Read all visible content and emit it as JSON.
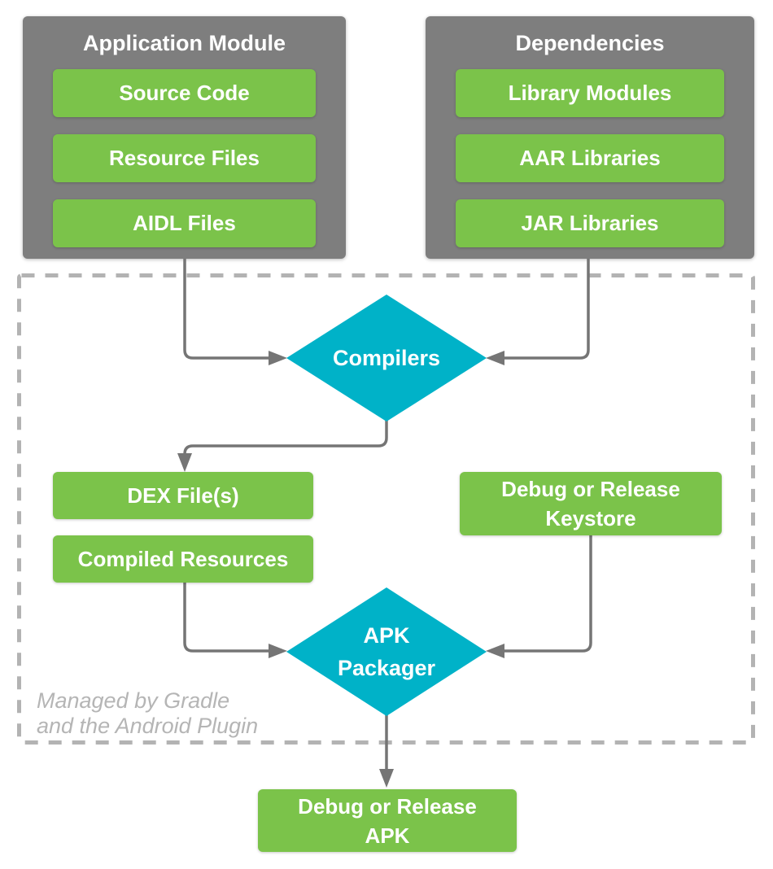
{
  "colors": {
    "green": "#7bc34a",
    "gray": "#7e7e7e",
    "cyan": "#00b2c8",
    "arrow": "#757575",
    "dashed_border": "#b3b3b3",
    "note_text": "#b5b5b5"
  },
  "groups": {
    "application_module": {
      "title": "Application Module",
      "items": [
        "Source Code",
        "Resource Files",
        "AIDL Files"
      ]
    },
    "dependencies": {
      "title": "Dependencies",
      "items": [
        "Library Modules",
        "AAR Libraries",
        "JAR Libraries"
      ]
    }
  },
  "pipeline": {
    "compilers": "Compilers",
    "dex_files": "DEX File(s)",
    "compiled_resources": "Compiled Resources",
    "keystore_line1": "Debug or Release",
    "keystore_line2": "Keystore",
    "packager_line1": "APK",
    "packager_line2": "Packager",
    "output_line1": "Debug or Release",
    "output_line2": "APK"
  },
  "note": {
    "line1": "Managed by Gradle",
    "line2": "and the Android Plugin"
  }
}
